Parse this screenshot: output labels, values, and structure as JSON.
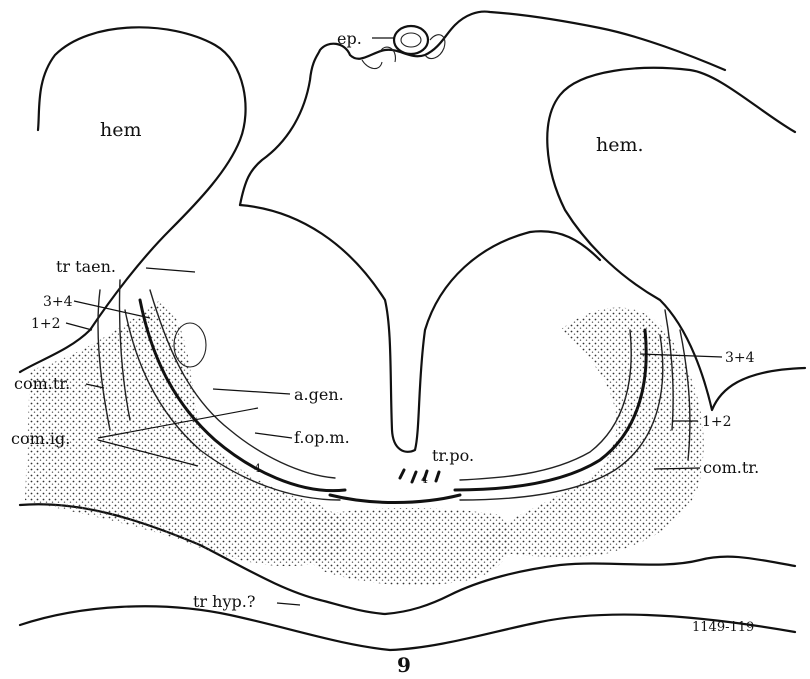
{
  "figure": {
    "number": "9",
    "catalog_code": "1149-119",
    "labels": {
      "ep": "ep.",
      "hem_left": "hem",
      "hem_right": "hem.",
      "tr_taen": "tr taen.",
      "left_3_4": "3+4",
      "left_1_2": "1+2",
      "com_tr_left": "com.tr.",
      "com_ig": "com.ig.",
      "a_gen": "a.gen.",
      "f_op_m": "f.op.m.",
      "tr_po": "tr.po.",
      "right_3_4": "3+4",
      "right_1_2": "1+2",
      "com_tr_right": "com.tr.",
      "tr_hyp": "tr hyp.?",
      "num_4_left": "4",
      "num_4_center": "4"
    }
  }
}
